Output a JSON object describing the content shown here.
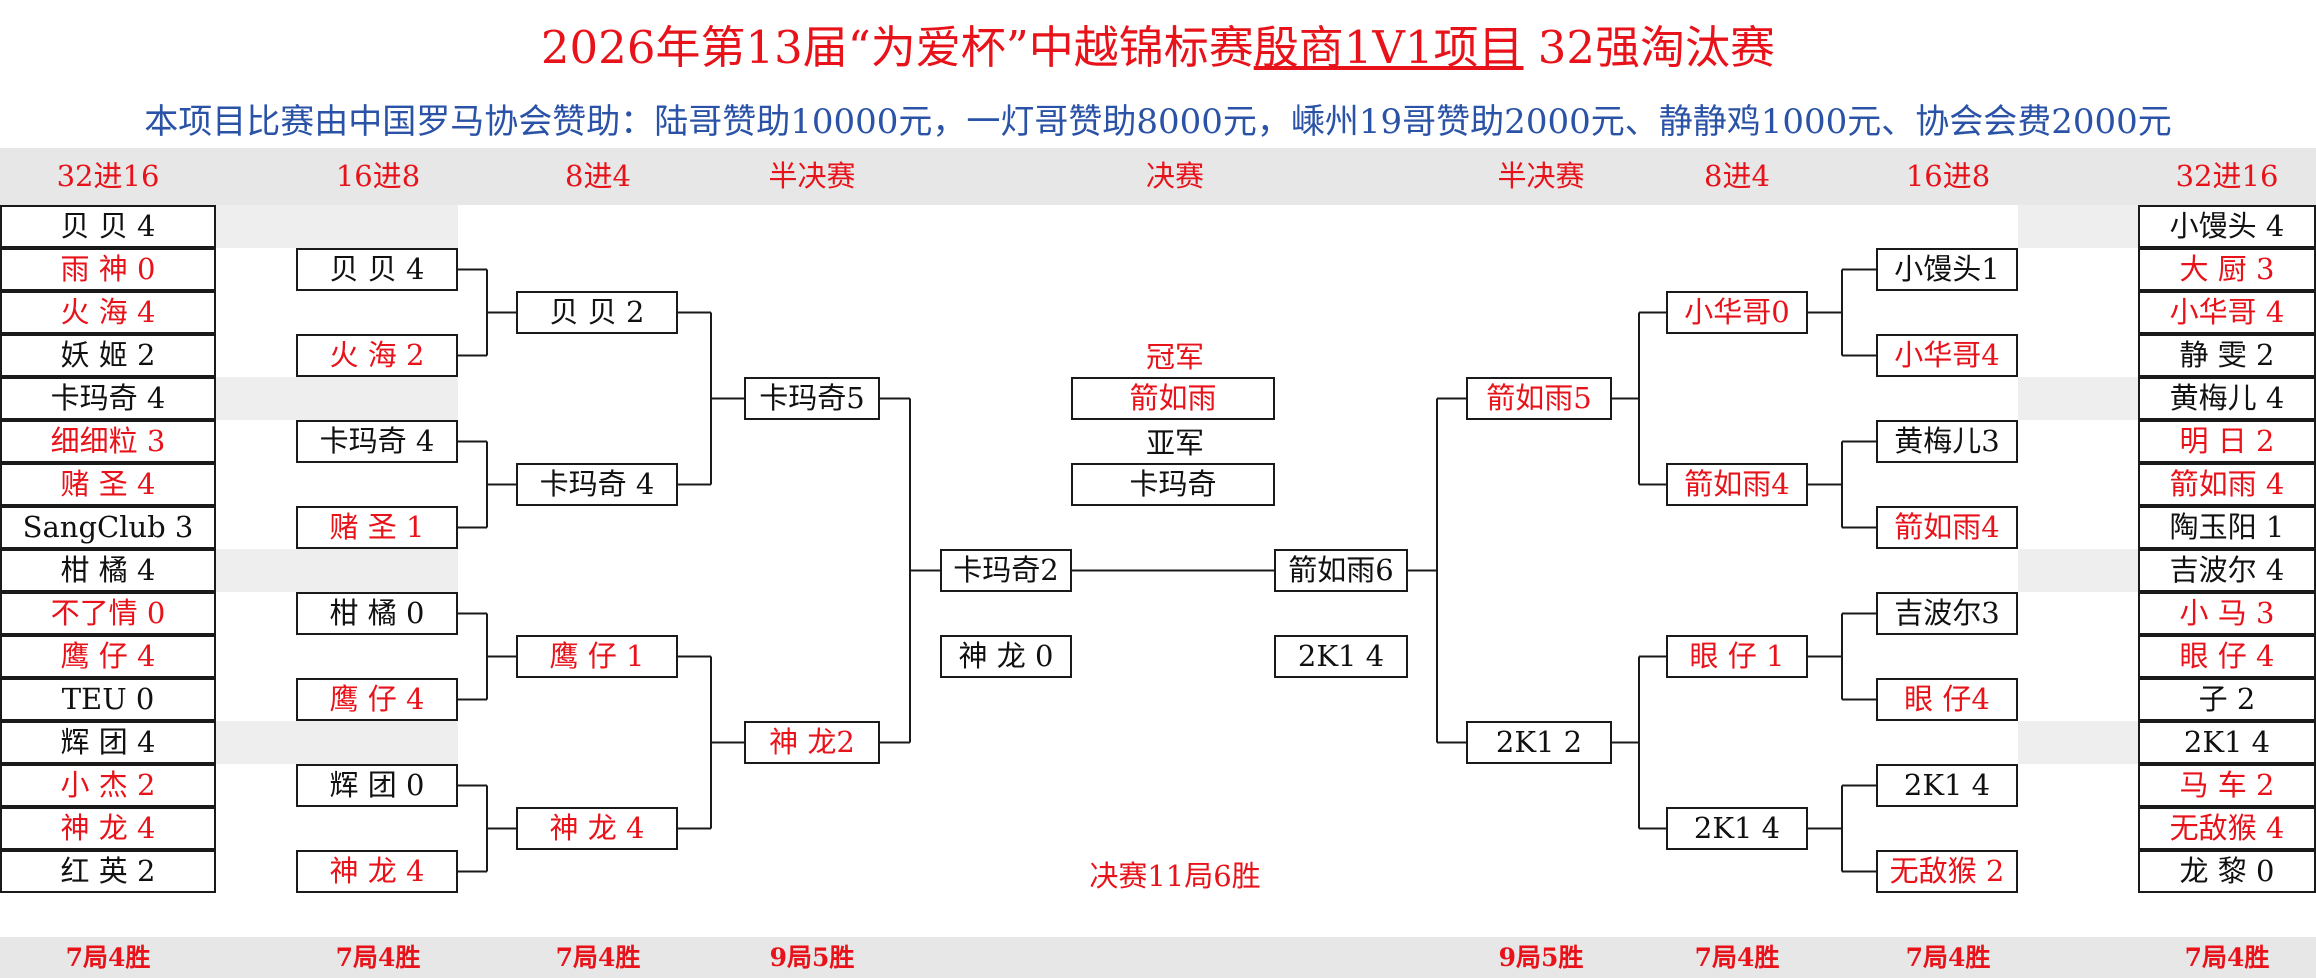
{
  "title": {
    "prefix": "2026年第13届“为爱杯”中越锦标赛",
    "highlight": "殷商1V1项目",
    "suffix": " 32强淘汰赛"
  },
  "subtitle": "本项目比赛由中国罗马协会赞助：陆哥赞助10000元，一灯哥赞助8000元，嵊州19哥赞助2000元、静静鸡1000元、协会会费2000元",
  "colors": {
    "red": "#e8131a",
    "blue": "#2a52a6",
    "black": "#111111",
    "band": "#e7e7e7"
  },
  "headers": {
    "left_r32": "32进16",
    "left_r16": "16进8",
    "left_qf": "8进4",
    "left_sf": "半决赛",
    "final": "决赛",
    "right_sf": "半决赛",
    "right_qf": "8进4",
    "right_r16": "16进8",
    "right_r32": "32进16"
  },
  "footers": {
    "left_r32": "7局4胜",
    "left_r16": "7局4胜",
    "left_qf": "7局4胜",
    "left_sf": "9局5胜",
    "right_sf": "9局5胜",
    "right_qf": "7局4胜",
    "right_r16": "7局4胜",
    "right_r32": "7局4胜"
  },
  "left": {
    "r32": [
      {
        "text": "贝 贝 4",
        "color": "black"
      },
      {
        "text": "雨 神 0",
        "color": "red"
      },
      {
        "text": "火 海 4",
        "color": "red"
      },
      {
        "text": "妖 姬 2",
        "color": "black"
      },
      {
        "text": "卡玛奇 4",
        "color": "black"
      },
      {
        "text": "细细粒 3",
        "color": "red"
      },
      {
        "text": "赌 圣 4",
        "color": "red"
      },
      {
        "text": "SangClub 3",
        "color": "black"
      },
      {
        "text": "柑 橘 4",
        "color": "black"
      },
      {
        "text": "不了情 0",
        "color": "red"
      },
      {
        "text": "鹰 仔 4",
        "color": "red"
      },
      {
        "text": "TEU 0",
        "color": "black"
      },
      {
        "text": "辉 团 4",
        "color": "black"
      },
      {
        "text": "小 杰 2",
        "color": "red"
      },
      {
        "text": "神 龙 4",
        "color": "red"
      },
      {
        "text": "红 英 2",
        "color": "black"
      }
    ],
    "r16": [
      {
        "text": "贝 贝 4",
        "color": "black"
      },
      {
        "text": "火 海 2",
        "color": "red"
      },
      {
        "text": "卡玛奇 4",
        "color": "black"
      },
      {
        "text": "赌 圣 1",
        "color": "red"
      },
      {
        "text": "柑 橘 0",
        "color": "black"
      },
      {
        "text": "鹰 仔 4",
        "color": "red"
      },
      {
        "text": "辉 团 0",
        "color": "black"
      },
      {
        "text": "神 龙 4",
        "color": "red"
      }
    ],
    "qf": [
      {
        "text": "贝 贝 2",
        "color": "black"
      },
      {
        "text": "卡玛奇 4",
        "color": "black"
      },
      {
        "text": "鹰 仔 1",
        "color": "red"
      },
      {
        "text": "神 龙 4",
        "color": "red"
      }
    ],
    "sf": [
      {
        "text": "卡玛奇5",
        "color": "black"
      },
      {
        "text": "神 龙2",
        "color": "red"
      }
    ]
  },
  "right": {
    "r32": [
      {
        "text": "小馒头 4",
        "color": "black"
      },
      {
        "text": "大 厨 3",
        "color": "red"
      },
      {
        "text": "小华哥 4",
        "color": "red"
      },
      {
        "text": "静 雯 2",
        "color": "black"
      },
      {
        "text": "黄梅儿 4",
        "color": "black"
      },
      {
        "text": "明 日 2",
        "color": "red"
      },
      {
        "text": "箭如雨 4",
        "color": "red"
      },
      {
        "text": "陶玉阳 1",
        "color": "black"
      },
      {
        "text": "吉波尔 4",
        "color": "black"
      },
      {
        "text": "小 马 3",
        "color": "red"
      },
      {
        "text": "眼 仔 4",
        "color": "red"
      },
      {
        "text": "子 2",
        "color": "black"
      },
      {
        "text": "2K1 4",
        "color": "black"
      },
      {
        "text": "马 车 2",
        "color": "red"
      },
      {
        "text": "无敌猴 4",
        "color": "red"
      },
      {
        "text": "龙 黎 0",
        "color": "black"
      }
    ],
    "r16": [
      {
        "text": "小馒头1",
        "color": "black"
      },
      {
        "text": "小华哥4",
        "color": "red"
      },
      {
        "text": "黄梅儿3",
        "color": "black"
      },
      {
        "text": "箭如雨4",
        "color": "red"
      },
      {
        "text": "吉波尔3",
        "color": "black"
      },
      {
        "text": "眼 仔4",
        "color": "red"
      },
      {
        "text": "2K1 4",
        "color": "black"
      },
      {
        "text": "无敌猴 2",
        "color": "red"
      }
    ],
    "qf": [
      {
        "text": "小华哥0",
        "color": "red"
      },
      {
        "text": "箭如雨4",
        "color": "red"
      },
      {
        "text": "眼 仔 1",
        "color": "red"
      },
      {
        "text": "2K1 4",
        "color": "black"
      }
    ],
    "sf": [
      {
        "text": "箭如雨5",
        "color": "red"
      },
      {
        "text": "2K1 2",
        "color": "black"
      }
    ]
  },
  "final": {
    "left_top": "卡玛奇2",
    "left_bottom": "神 龙 0",
    "right_top": "箭如雨6",
    "right_bottom": "2K1 4",
    "champion_label": "冠军",
    "champion": "箭如雨",
    "runner_up_label": "亚军",
    "runner_up": "卡玛奇",
    "note": "决赛11局6胜"
  }
}
